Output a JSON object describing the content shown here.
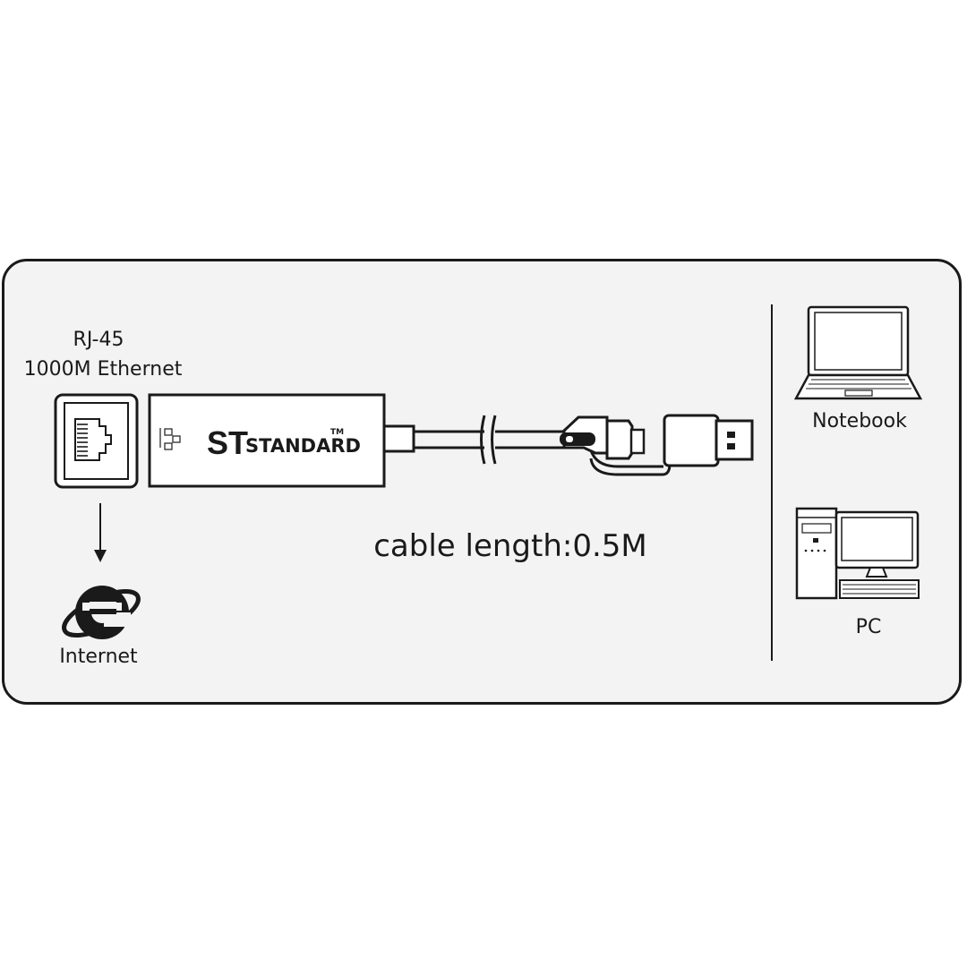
{
  "port": {
    "title": "RJ-45",
    "subtitle": "1000M Ethernet"
  },
  "adapter": {
    "brand_mark": "ST",
    "brand": "STANDARD",
    "trademark": "TM"
  },
  "cable": {
    "length_label": "cable length:0.5M"
  },
  "internet": {
    "label": "Internet",
    "icon": "internet-explorer-icon"
  },
  "devices": {
    "notebook": {
      "label": "Notebook",
      "icon": "laptop-icon"
    },
    "pc": {
      "label": "PC",
      "icon": "desktop-pc-icon"
    }
  },
  "colors": {
    "line": "#1a1a1a",
    "panel": "#f3f3f3",
    "white": "#ffffff"
  }
}
